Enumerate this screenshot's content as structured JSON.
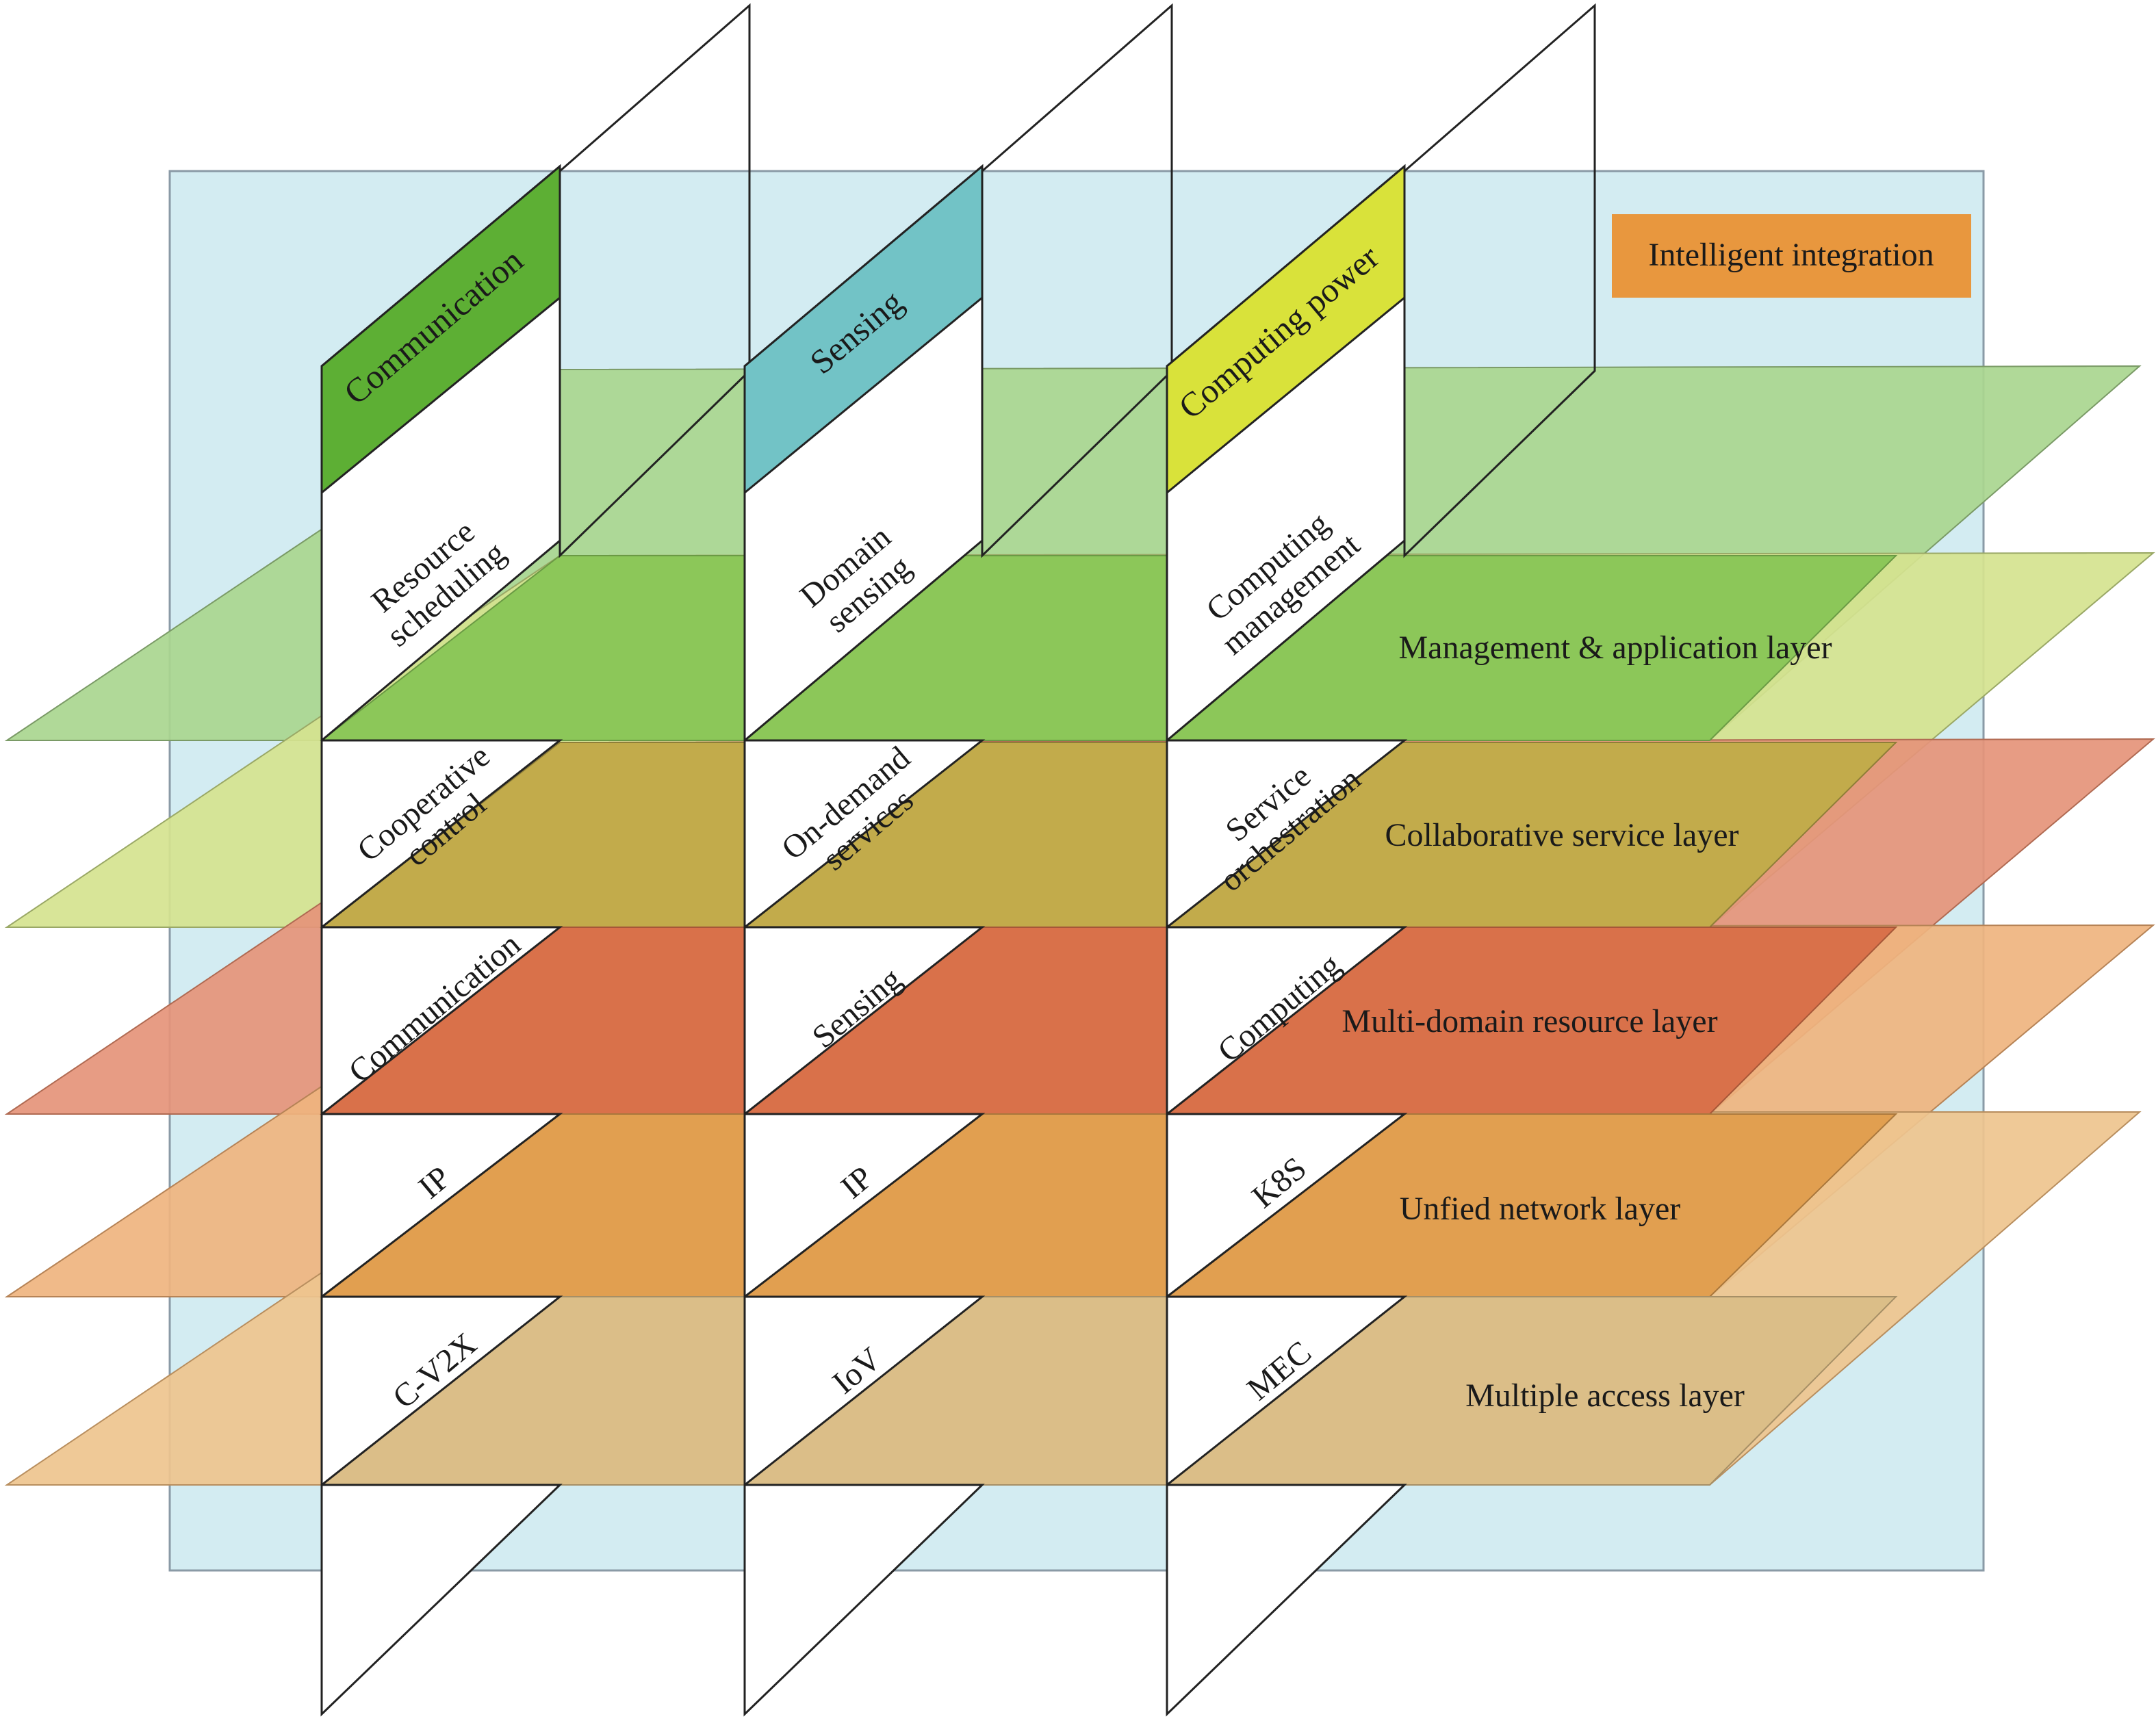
{
  "badge": {
    "label": "Intelligent integration",
    "color": "#e8973e"
  },
  "columns": [
    {
      "id": "communication",
      "header": "Communication",
      "header_color": "#5daf34",
      "cells": [
        "Resource scheduling",
        "Cooperative control",
        "Communication",
        "IP",
        "C-V2X"
      ],
      "cell_lines": [
        [
          "Resource",
          "scheduling"
        ],
        [
          "Cooperative",
          "control"
        ],
        [
          "Communication"
        ],
        [
          "IP"
        ],
        [
          "C-V2X"
        ]
      ]
    },
    {
      "id": "sensing",
      "header": "Sensing",
      "header_color": "#72c3c6",
      "cells": [
        "Domain sensing",
        "On-demand services",
        "Sensing",
        "IP",
        "IoV"
      ],
      "cell_lines": [
        [
          "Domain",
          "sensing"
        ],
        [
          "On-demand",
          "services"
        ],
        [
          "Sensing"
        ],
        [
          "IP"
        ],
        [
          "IoV"
        ]
      ]
    },
    {
      "id": "computing",
      "header": "Computing power",
      "header_color": "#d9e23a",
      "cells": [
        "Computing management",
        "Service orchestration",
        "Computing",
        "K8S",
        "MEC"
      ],
      "cell_lines": [
        [
          "Computing",
          "management"
        ],
        [
          "Service",
          "orchestration"
        ],
        [
          "Computing"
        ],
        [
          "K8S"
        ],
        [
          "MEC"
        ]
      ]
    }
  ],
  "layers": [
    {
      "id": "management",
      "label": "Management & application layer",
      "color": "#8cc759"
    },
    {
      "id": "collaborative",
      "label": "Collaborative service layer",
      "color": "#c2ab4b"
    },
    {
      "id": "multidomain",
      "label": "Multi-domain resource layer",
      "color": "#d9714a"
    },
    {
      "id": "unified",
      "label": "Unfied network layer",
      "color": "#e19f50"
    },
    {
      "id": "access",
      "label": "Multiple access layer",
      "color": "#dbbe88"
    }
  ],
  "colors": {
    "background_panel": "#d3ecf2",
    "extra_plane_green": "#9fd28a",
    "extra_plane_lime": "#d2e08a",
    "extra_plane_red": "#e2886b",
    "extra_plane_orange": "#eeb07a",
    "extra_plane_tan": "#eec08a"
  }
}
